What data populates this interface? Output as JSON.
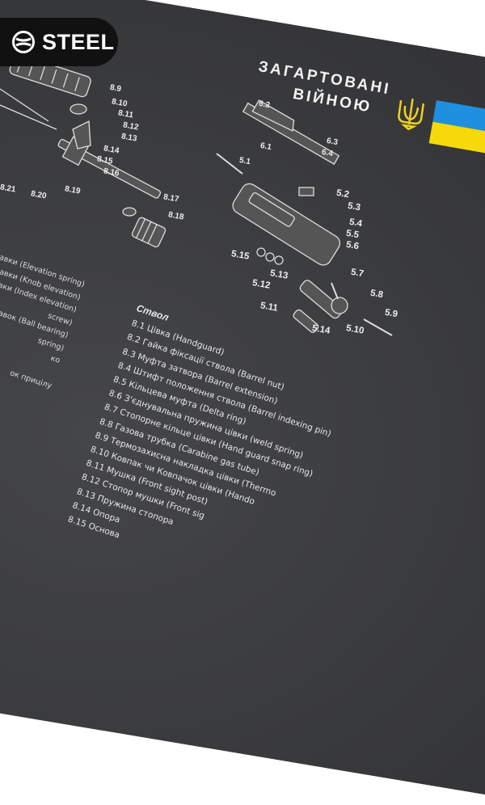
{
  "logo": {
    "text": "STEEL",
    "icon": "steel-emblem-icon"
  },
  "slogan": {
    "line1": "ЗАГАРТОВАНІ",
    "line2": "ВІЙНОЮ"
  },
  "emblem": {
    "icon": "trident-icon",
    "color": "#f0d020"
  },
  "flag": {
    "top_color": "#1f8fe0",
    "bottom_color": "#f5d90a"
  },
  "part_labels": [
    "8.9",
    "8.10",
    "8.11",
    "8.12",
    "8.13",
    "8.14",
    "8.15",
    "8.16",
    "8.17",
    "8.18",
    "8.19",
    "8.20",
    "8.21",
    "6.1",
    "6.2",
    "6.3",
    "6.4",
    "5.1",
    "5.2",
    "5.3",
    "5.4",
    "5.5",
    "5.6",
    "5.7",
    "5.8",
    "5.9",
    "5.10",
    "5.11",
    "5.12",
    "5.13",
    "5.14",
    "5.15"
  ],
  "barrel_list": {
    "heading": "Ствол",
    "items": [
      "8.1 Цівка (Handguard)",
      "8.2 Гайка фіксації ствола (Barrel nut)",
      "8.3 Муфта затвора (Barrel extension)",
      "8.4 Штифт положення ствола (Barrel indexing pin)",
      "8.5 Кільцева муфта (Delta ring)",
      "8.6 З'єднувальна пружина цівки (weld spring)",
      "8.7 Стопорне кільце цівки (Hand guard snap ring)",
      "8.8 Газова трубка (Carabine gas tube)",
      "8.9 Термозахисна накладка цівки (Thermo",
      "8.10 Ковпак чи Ковпачок цівки (Hando",
      "8.11 Мушка (Front sight post)",
      "8.12 Стопор мушки (Front sig",
      "8.13 Пружина стопора",
      "8.14 Опора",
      "8.15 Основа"
    ]
  },
  "left_list": {
    "items": [
      "альної поправки (Elevation spring)",
      "альної поправки (Knob elevation)",
      "ної поправки (Index elevation)",
      "screw)",
      "альних поправок (Ball bearing)",
      "spring)",
      "ко",
      "",
      "ок прицілу"
    ]
  }
}
